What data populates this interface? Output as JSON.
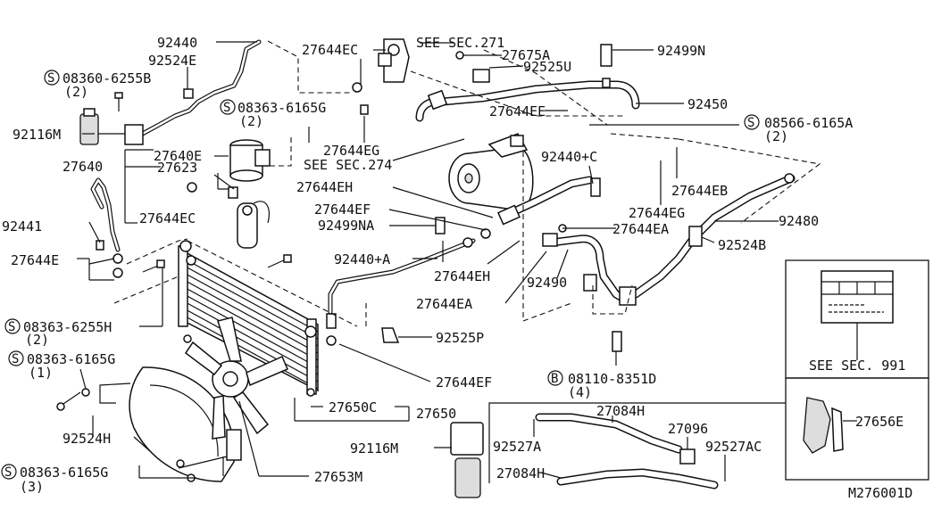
{
  "labels": {
    "p92440": "92440",
    "p92524E": "92524E",
    "s08360_6255B": "08360-6255B",
    "q2a": "(2)",
    "p92116M_a": "92116M",
    "p27640": "27640",
    "p27623": "27623",
    "p27640E": "27640E",
    "s08363_6165G_top": "08363-6165G",
    "q2b": "(2)",
    "p27644EC_top": "27644EC",
    "see271": "SEE SEC.271",
    "p27675A": "27675A",
    "p92525U": "92525U",
    "p92499N": "92499N",
    "p92450": "92450",
    "p27644EE": "27644EE",
    "s08566_6165A": "08566-6165A",
    "q2c": "(2)",
    "p27644EG_a": "27644EG",
    "see274": "SEE SEC.274",
    "p92440C": "92440+C",
    "p27644EB": "27644EB",
    "p27644EH_a": "27644EH",
    "p27644EF_a": "27644EF",
    "p92499NA": "92499NA",
    "p27644EG_b": "27644EG",
    "p92480": "92480",
    "p27644EA_a": "27644EA",
    "p92524B": "92524B",
    "p92441": "92441",
    "p27644EC_mid": "27644EC",
    "p27644E": "27644E",
    "p92440A": "92440+A",
    "p27644EH_b": "27644EH",
    "p92490": "92490",
    "p27644EA_b": "27644EA",
    "s08363_6255H": "08363-6255H",
    "q2d": "(2)",
    "p92525P": "92525P",
    "s08363_6165G_mid": "08363-6165G",
    "q1": "(1)",
    "p27644EF_b": "27644EF",
    "b08110_8351D": "08110-8351D",
    "q4": "(4)",
    "see991": "SEE SEC. 991",
    "p27650C": "27650C",
    "p27650": "27650",
    "p92524H": "92524H",
    "p92116M_b": "92116M",
    "p27084H_a": "27084H",
    "p27096": "27096",
    "p92527A": "92527A",
    "p92527AC": "92527AC",
    "p27656E": "27656E",
    "s08363_6165G_bot": "08363-6165G",
    "q3": "(3)",
    "p27653M": "27653M",
    "p27084H_b": "27084H",
    "code": "M276001D"
  },
  "symbols": {
    "screw": "S",
    "bolt": "B"
  }
}
